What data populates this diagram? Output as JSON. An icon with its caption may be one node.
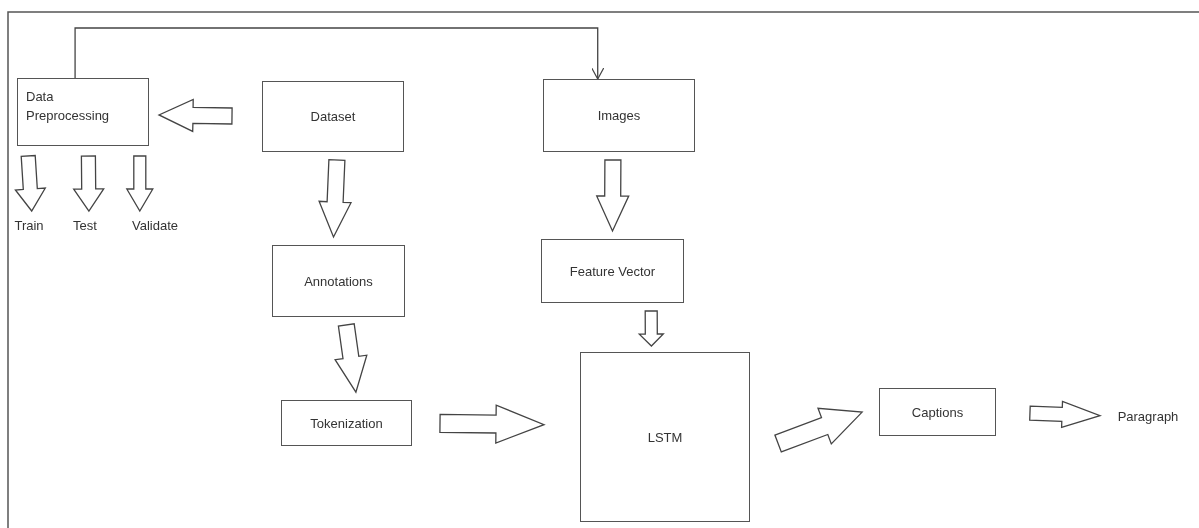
{
  "diagram": {
    "nodes": [
      {
        "text": [
          "Data Preprocessing"
        ]
      },
      {
        "text": [
          "Dataset"
        ]
      },
      {
        "text": [
          "Images"
        ]
      },
      {
        "text": [
          "Train"
        ]
      },
      {
        "text": [
          "Test"
        ]
      },
      {
        "text": [
          "Validate"
        ]
      },
      {
        "text": [
          "Annotations"
        ]
      },
      {
        "text": [
          "Feature Vector"
        ]
      },
      {
        "text": [
          "Tokenization"
        ]
      },
      {
        "text": [
          "LSTM"
        ]
      },
      {
        "text": [
          "Captions"
        ]
      },
      {
        "text": [
          "Paragraph"
        ]
      }
    ],
    "edges": [
      {
        "from": 0,
        "to": 2,
        "arrow": "to"
      },
      {
        "from": 1,
        "to": 0,
        "arrow": "to",
        "style": "thick"
      },
      {
        "from": 0,
        "to": 3,
        "arrow": "to",
        "style": "thick"
      },
      {
        "from": 0,
        "to": 4,
        "arrow": "to",
        "style": "thick"
      },
      {
        "from": 0,
        "to": 5,
        "arrow": "to",
        "style": "thick"
      },
      {
        "from": 1,
        "to": 6,
        "arrow": "to",
        "style": "thick"
      },
      {
        "from": 2,
        "to": 7,
        "arrow": "to",
        "style": "thick"
      },
      {
        "from": 6,
        "to": 8,
        "arrow": "to",
        "style": "thick"
      },
      {
        "from": 7,
        "to": 9,
        "arrow": "to",
        "style": "thick"
      },
      {
        "from": 8,
        "to": 9,
        "arrow": "to",
        "style": "thick"
      },
      {
        "from": 9,
        "to": 10,
        "arrow": "to",
        "style": "thick"
      },
      {
        "from": 10,
        "to": 11,
        "arrow": "to",
        "style": "thick"
      }
    ]
  }
}
